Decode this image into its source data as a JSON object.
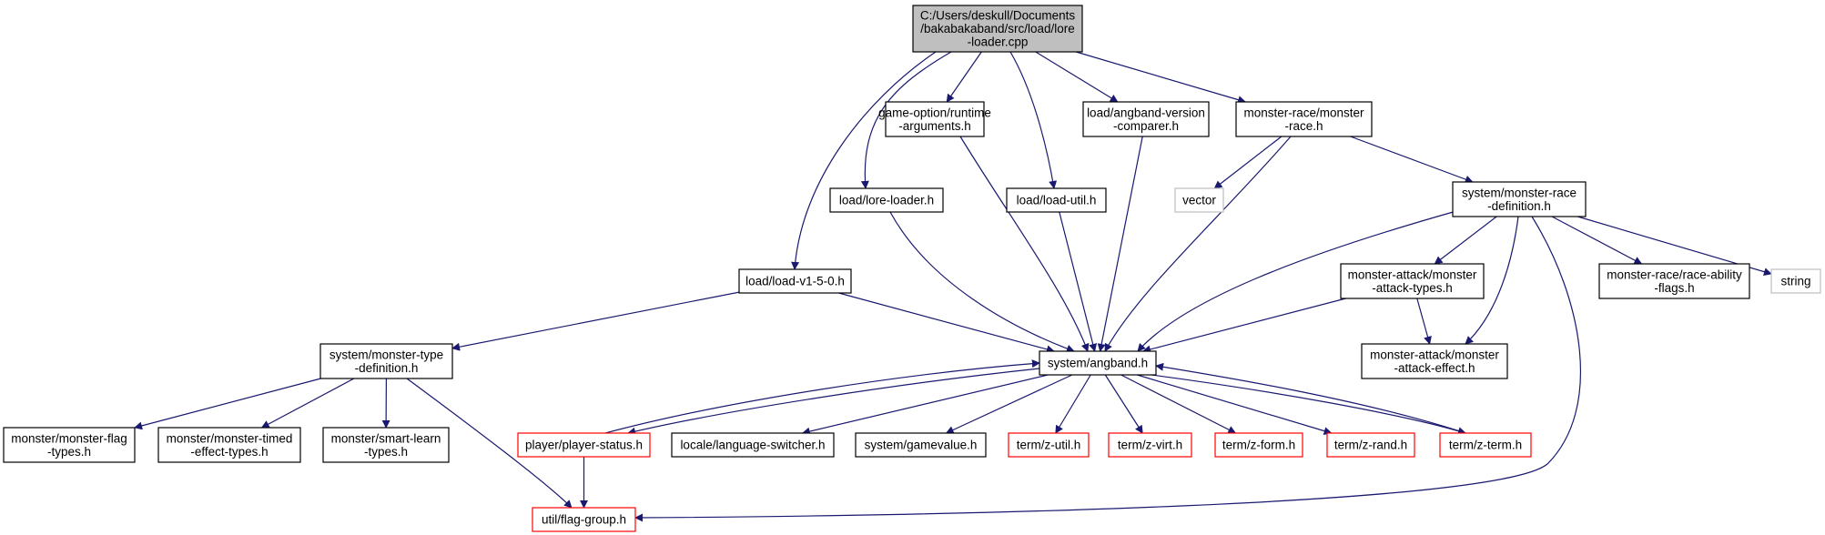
{
  "diagram": {
    "nodes": [
      {
        "id": "root",
        "lines": [
          "C:/Users/deskull/Documents",
          "/bakabakaband/src/load/lore",
          "-loader.cpp"
        ],
        "style": "root"
      },
      {
        "id": "game_option",
        "lines": [
          "game-option/runtime",
          "-arguments.h"
        ],
        "style": "normal"
      },
      {
        "id": "angband_version",
        "lines": [
          "load/angband-version",
          "-comparer.h"
        ],
        "style": "normal"
      },
      {
        "id": "monster_race",
        "lines": [
          "monster-race/monster",
          "-race.h"
        ],
        "style": "normal"
      },
      {
        "id": "lore_loader_h",
        "lines": [
          "load/lore-loader.h"
        ],
        "style": "normal"
      },
      {
        "id": "load_util",
        "lines": [
          "load/load-util.h"
        ],
        "style": "normal"
      },
      {
        "id": "vector",
        "lines": [
          "vector"
        ],
        "style": "external"
      },
      {
        "id": "sys_mrace_def",
        "lines": [
          "system/monster-race",
          "-definition.h"
        ],
        "style": "normal"
      },
      {
        "id": "load_v1",
        "lines": [
          "load/load-v1-5-0.h"
        ],
        "style": "normal"
      },
      {
        "id": "attack_types",
        "lines": [
          "monster-attack/monster",
          "-attack-types.h"
        ],
        "style": "normal"
      },
      {
        "id": "race_ability",
        "lines": [
          "monster-race/race-ability",
          "-flags.h"
        ],
        "style": "normal"
      },
      {
        "id": "string",
        "lines": [
          "string"
        ],
        "style": "external"
      },
      {
        "id": "sys_mtype_def",
        "lines": [
          "system/monster-type",
          "-definition.h"
        ],
        "style": "normal"
      },
      {
        "id": "angband",
        "lines": [
          "system/angband.h"
        ],
        "style": "normal"
      },
      {
        "id": "attack_effect",
        "lines": [
          "monster-attack/monster",
          "-attack-effect.h"
        ],
        "style": "normal"
      },
      {
        "id": "mflag_types",
        "lines": [
          "monster/monster-flag",
          "-types.h"
        ],
        "style": "normal"
      },
      {
        "id": "mtimed",
        "lines": [
          "monster/monster-timed",
          "-effect-types.h"
        ],
        "style": "normal"
      },
      {
        "id": "smart_learn",
        "lines": [
          "monster/smart-learn",
          "-types.h"
        ],
        "style": "normal"
      },
      {
        "id": "player_status",
        "lines": [
          "player/player-status.h"
        ],
        "style": "truncated"
      },
      {
        "id": "lang_switcher",
        "lines": [
          "locale/language-switcher.h"
        ],
        "style": "normal"
      },
      {
        "id": "gamevalue",
        "lines": [
          "system/gamevalue.h"
        ],
        "style": "normal"
      },
      {
        "id": "z_util",
        "lines": [
          "term/z-util.h"
        ],
        "style": "truncated"
      },
      {
        "id": "z_virt",
        "lines": [
          "term/z-virt.h"
        ],
        "style": "truncated"
      },
      {
        "id": "z_form",
        "lines": [
          "term/z-form.h"
        ],
        "style": "truncated"
      },
      {
        "id": "z_rand",
        "lines": [
          "term/z-rand.h"
        ],
        "style": "truncated"
      },
      {
        "id": "z_term",
        "lines": [
          "term/z-term.h"
        ],
        "style": "truncated"
      },
      {
        "id": "flag_group",
        "lines": [
          "util/flag-group.h"
        ],
        "style": "truncated"
      }
    ],
    "edges": [
      {
        "from": "root",
        "to": "game_option"
      },
      {
        "from": "root",
        "to": "angband_version"
      },
      {
        "from": "root",
        "to": "monster_race"
      },
      {
        "from": "root",
        "to": "lore_loader_h"
      },
      {
        "from": "root",
        "to": "load_util"
      },
      {
        "from": "root",
        "to": "load_v1"
      },
      {
        "from": "game_option",
        "to": "angband"
      },
      {
        "from": "angband_version",
        "to": "angband"
      },
      {
        "from": "monster_race",
        "to": "vector"
      },
      {
        "from": "monster_race",
        "to": "sys_mrace_def"
      },
      {
        "from": "monster_race",
        "to": "angband"
      },
      {
        "from": "lore_loader_h",
        "to": "angband"
      },
      {
        "from": "load_util",
        "to": "angband"
      },
      {
        "from": "sys_mrace_def",
        "to": "angband"
      },
      {
        "from": "sys_mrace_def",
        "to": "attack_types"
      },
      {
        "from": "sys_mrace_def",
        "to": "attack_effect"
      },
      {
        "from": "sys_mrace_def",
        "to": "race_ability"
      },
      {
        "from": "sys_mrace_def",
        "to": "string"
      },
      {
        "from": "sys_mrace_def",
        "to": "flag_group"
      },
      {
        "from": "load_v1",
        "to": "sys_mtype_def"
      },
      {
        "from": "load_v1",
        "to": "angband"
      },
      {
        "from": "attack_types",
        "to": "angband"
      },
      {
        "from": "attack_types",
        "to": "attack_effect"
      },
      {
        "from": "sys_mtype_def",
        "to": "mflag_types"
      },
      {
        "from": "sys_mtype_def",
        "to": "mtimed"
      },
      {
        "from": "sys_mtype_def",
        "to": "smart_learn"
      },
      {
        "from": "sys_mtype_def",
        "to": "flag_group"
      },
      {
        "from": "angband",
        "to": "player_status"
      },
      {
        "from": "angband",
        "to": "lang_switcher"
      },
      {
        "from": "angband",
        "to": "gamevalue"
      },
      {
        "from": "angband",
        "to": "z_util"
      },
      {
        "from": "angband",
        "to": "z_virt"
      },
      {
        "from": "angband",
        "to": "z_form"
      },
      {
        "from": "angband",
        "to": "z_rand"
      },
      {
        "from": "angband",
        "to": "z_term"
      },
      {
        "from": "player_status",
        "to": "angband"
      },
      {
        "from": "player_status",
        "to": "flag_group"
      },
      {
        "from": "z_term",
        "to": "angband"
      }
    ],
    "colors": {
      "edge": "#191970",
      "root_fill": "#bfbfbf",
      "node_border": "#000000",
      "truncated_border": "#ff0000",
      "external_border": "#bfbfbf",
      "text": "#000000"
    }
  }
}
